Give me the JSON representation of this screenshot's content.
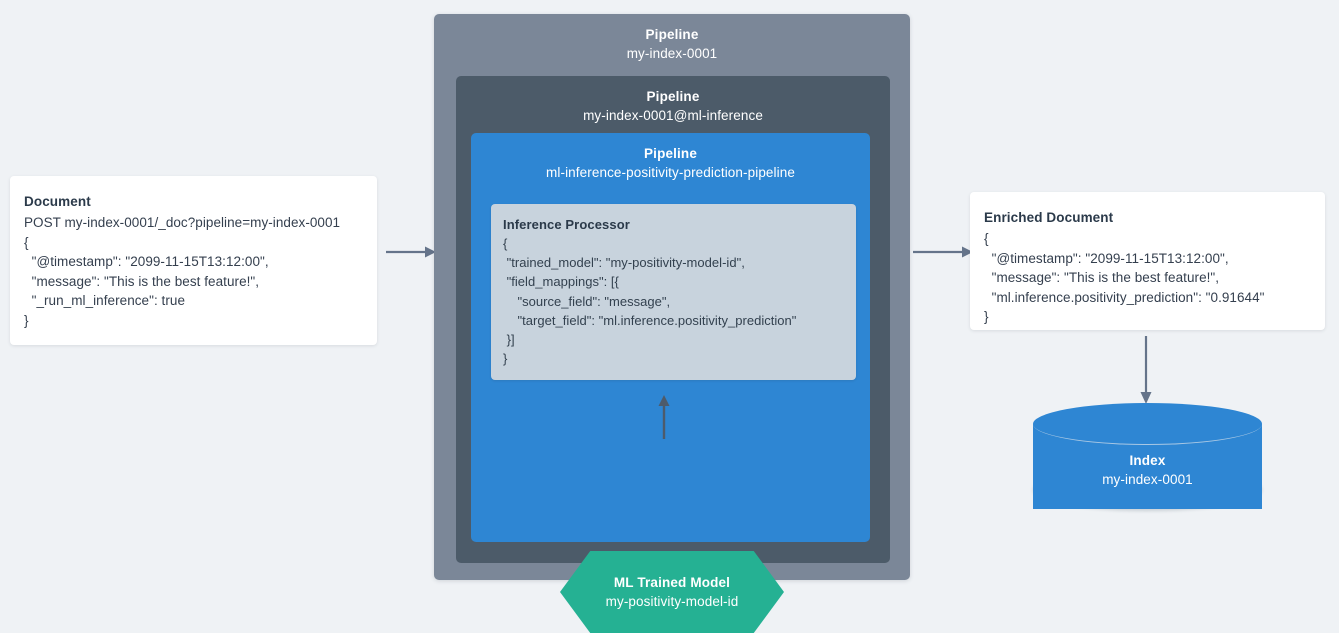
{
  "document": {
    "title": "Document",
    "lines": [
      "POST my-index-0001/_doc?pipeline=my-index-0001",
      "{",
      "  \"@timestamp\": \"2099-11-15T13:12:00\",",
      "  \"message\": \"This is the best feature!\",",
      "  \"_run_ml_inference\": true",
      "}"
    ]
  },
  "pipelines": {
    "outer": {
      "label": "Pipeline",
      "value": "my-index-0001"
    },
    "middle": {
      "label": "Pipeline",
      "value": "my-index-0001@ml-inference"
    },
    "inner": {
      "label": "Pipeline",
      "value": "ml-inference-positivity-prediction-pipeline"
    }
  },
  "inference_processor": {
    "title": "Inference Processor",
    "lines": [
      "{",
      " \"trained_model\": \"my-positivity-model-id\",",
      " \"field_mappings\": [{",
      "    \"source_field\": \"message\",",
      "    \"target_field\": \"ml.inference.positivity_prediction\"",
      " }]",
      "}"
    ]
  },
  "ml_model": {
    "label": "ML Trained Model",
    "value": "my-positivity-model-id"
  },
  "enriched_document": {
    "title": "Enriched Document",
    "lines": [
      "{",
      "  \"@timestamp\": \"2099-11-15T13:12:00\",",
      "  \"message\": \"This is the best feature!\",",
      "  \"ml.inference.positivity_prediction\": \"0.91644\"",
      "}"
    ]
  },
  "index": {
    "label": "Index",
    "value": "my-index-0001"
  },
  "colors": {
    "background": "#eff2f5",
    "pipeline_outer": "#7b8798",
    "pipeline_middle": "#4c5b69",
    "pipeline_inner": "#2e86d3",
    "processor": "#c8d3dd",
    "model": "#25b193",
    "index": "#2e86d3",
    "arrow": "#65748a",
    "card": "#ffffff",
    "text_dark": "#2b3a4a"
  },
  "arrows": {
    "doc_to_pipeline": "arrow-right-icon",
    "pipeline_to_enriched": "arrow-right-icon",
    "enriched_to_index": "arrow-down-icon",
    "model_to_processor": "arrow-up-icon"
  }
}
